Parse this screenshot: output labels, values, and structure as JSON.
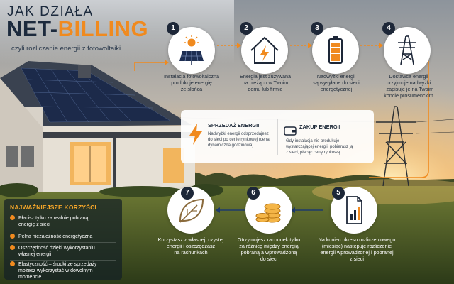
{
  "header": {
    "title_line1": "JAK DZIAŁA",
    "title_net": "NET-",
    "title_billing": "BILLING",
    "subtitle": "czyli rozliczanie energii z fotowoltaiki"
  },
  "colors": {
    "accent": "#f08a1f",
    "dark": "#1c2a3d",
    "circle_bg": "#ffffff",
    "sky_top": "#9fa5ad",
    "sky_glow": "#f6c07a"
  },
  "steps": [
    {
      "number": "1",
      "icon": "solar-panel-sun-icon",
      "lines": [
        "Instalacja fotowoltaiczna",
        "produkuje energię",
        "ze słońca"
      ]
    },
    {
      "number": "2",
      "icon": "house-lightning-icon",
      "lines": [
        "Energia jest zużywana",
        "na bieżąco w Twoim",
        "domu lub firmie"
      ]
    },
    {
      "number": "3",
      "icon": "battery-icon",
      "lines": [
        "Nadwyżki energii",
        "są wysyłane do sieci",
        "energetycznej"
      ]
    },
    {
      "number": "4",
      "icon": "power-tower-icon",
      "lines": [
        "Dostawca energii",
        "przyjmuje nadwyżki",
        "i zapisuje je na Twoim",
        "koncie prosumenckim"
      ]
    },
    {
      "number": "5",
      "icon": "invoice-document-icon",
      "lines": [
        "Na koniec okresu rozliczeniowego",
        "(miesiąc) następuje rozliczenie",
        "energii wprowadzonej i pobranej",
        "z sieci"
      ]
    },
    {
      "number": "6",
      "icon": "coins-stack-icon",
      "lines": [
        "Otrzymujesz rachunek tylko",
        "za różnicę między energią",
        "pobraną a wprowadzoną",
        "do sieci"
      ]
    },
    {
      "number": "7",
      "icon": "leaf-icon",
      "lines": [
        "Korzystasz z własnej, czystej",
        "energii i oszczędzasz",
        "na rachunkach"
      ]
    }
  ],
  "info_box": {
    "sale": {
      "icon": "lightning-bolt-icon",
      "title": "SPRZEDAŻ ENERGII",
      "lines": [
        "Nadwyżki energii odsprzedajesz",
        "do sieci po cenie rynkowej (cena",
        "dynamiczna godzinowa)"
      ]
    },
    "purchase": {
      "icon": "wallet-icon",
      "title": "ZAKUP ENERGII",
      "lines": [
        "Gdy instalacja nie produkuje",
        "wystarczającej energii, pobierasz ją",
        "z sieci, płacąc cenę rynkową"
      ]
    }
  },
  "benefits": {
    "title": "NAJWAŻNIEJSZE KORZYŚCI",
    "items": [
      [
        "Płacisz tylko za realnie pobraną",
        "energię z sieci"
      ],
      [
        "Pełna niezależność energetyczna"
      ],
      [
        "Oszczędność dzięki wykorzystaniu",
        "własnej energii"
      ],
      [
        "Elastyczność – środki ze sprzedaży",
        "możesz wykorzystać w dowolnym",
        "momencie"
      ]
    ]
  }
}
